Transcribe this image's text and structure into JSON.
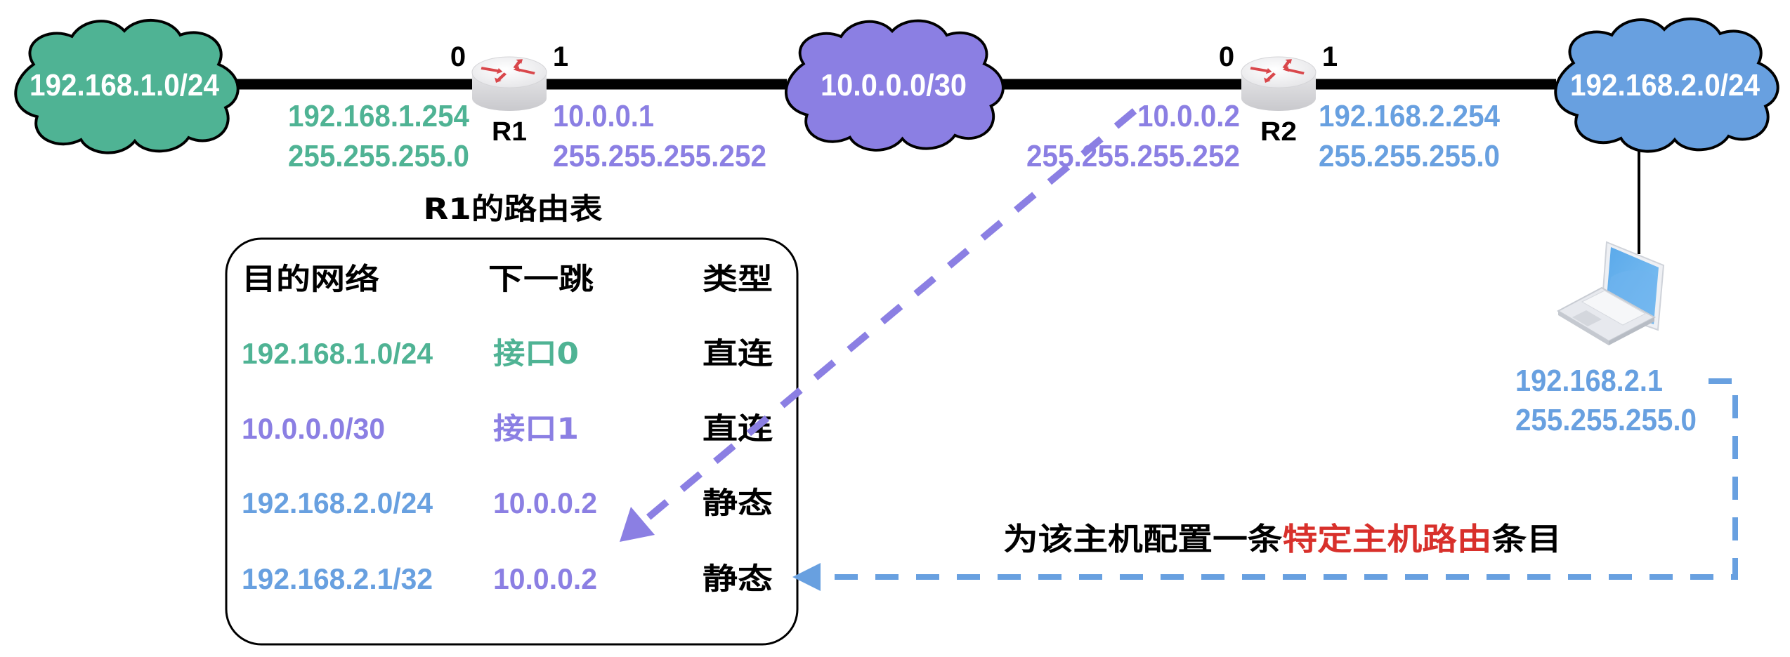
{
  "colors": {
    "green": "#4fb394",
    "purple": "#8b7fe3",
    "blue": "#68a0e0",
    "red": "#d8302b",
    "black": "#000000",
    "white": "#ffffff"
  },
  "networks": [
    {
      "id": "lan1",
      "label": "192.168.1.0/24",
      "color": "green"
    },
    {
      "id": "wan",
      "label": "10.0.0.0/30",
      "color": "purple"
    },
    {
      "id": "lan2",
      "label": "192.168.2.0/24",
      "color": "blue"
    }
  ],
  "routers": [
    {
      "name": "R1",
      "port0_label": "0",
      "port1_label": "1",
      "port0_ip": "192.168.1.254",
      "port0_mask": "255.255.255.0",
      "port1_ip": "10.0.0.1",
      "port1_mask": "255.255.255.252"
    },
    {
      "name": "R2",
      "port0_label": "0",
      "port1_label": "1",
      "port0_ip": "10.0.0.2",
      "port0_mask": "255.255.255.252",
      "port1_ip": "192.168.2.254",
      "port1_mask": "255.255.255.0"
    }
  ],
  "host": {
    "icon": "laptop-icon",
    "ip": "192.168.2.1",
    "mask": "255.255.255.0"
  },
  "routing_table": {
    "title": "R1的路由表",
    "headers": [
      "目的网络",
      "下一跳",
      "类型"
    ],
    "rows": [
      {
        "dest": "192.168.1.0/24",
        "next_hop": "接口0",
        "type": "直连",
        "dest_color": "green",
        "hop_color": "green"
      },
      {
        "dest": "10.0.0.0/30",
        "next_hop": "接口1",
        "type": "直连",
        "dest_color": "purple",
        "hop_color": "purple"
      },
      {
        "dest": "192.168.2.0/24",
        "next_hop": "10.0.0.2",
        "type": "静态",
        "dest_color": "blue",
        "hop_color": "purple"
      },
      {
        "dest": "192.168.2.1/32",
        "next_hop": "10.0.0.2",
        "type": "静态",
        "dest_color": "blue",
        "hop_color": "purple"
      }
    ]
  },
  "annotation": {
    "prefix": "为该主机配置一条",
    "highlight": "特定主机路由",
    "suffix": "条目"
  }
}
